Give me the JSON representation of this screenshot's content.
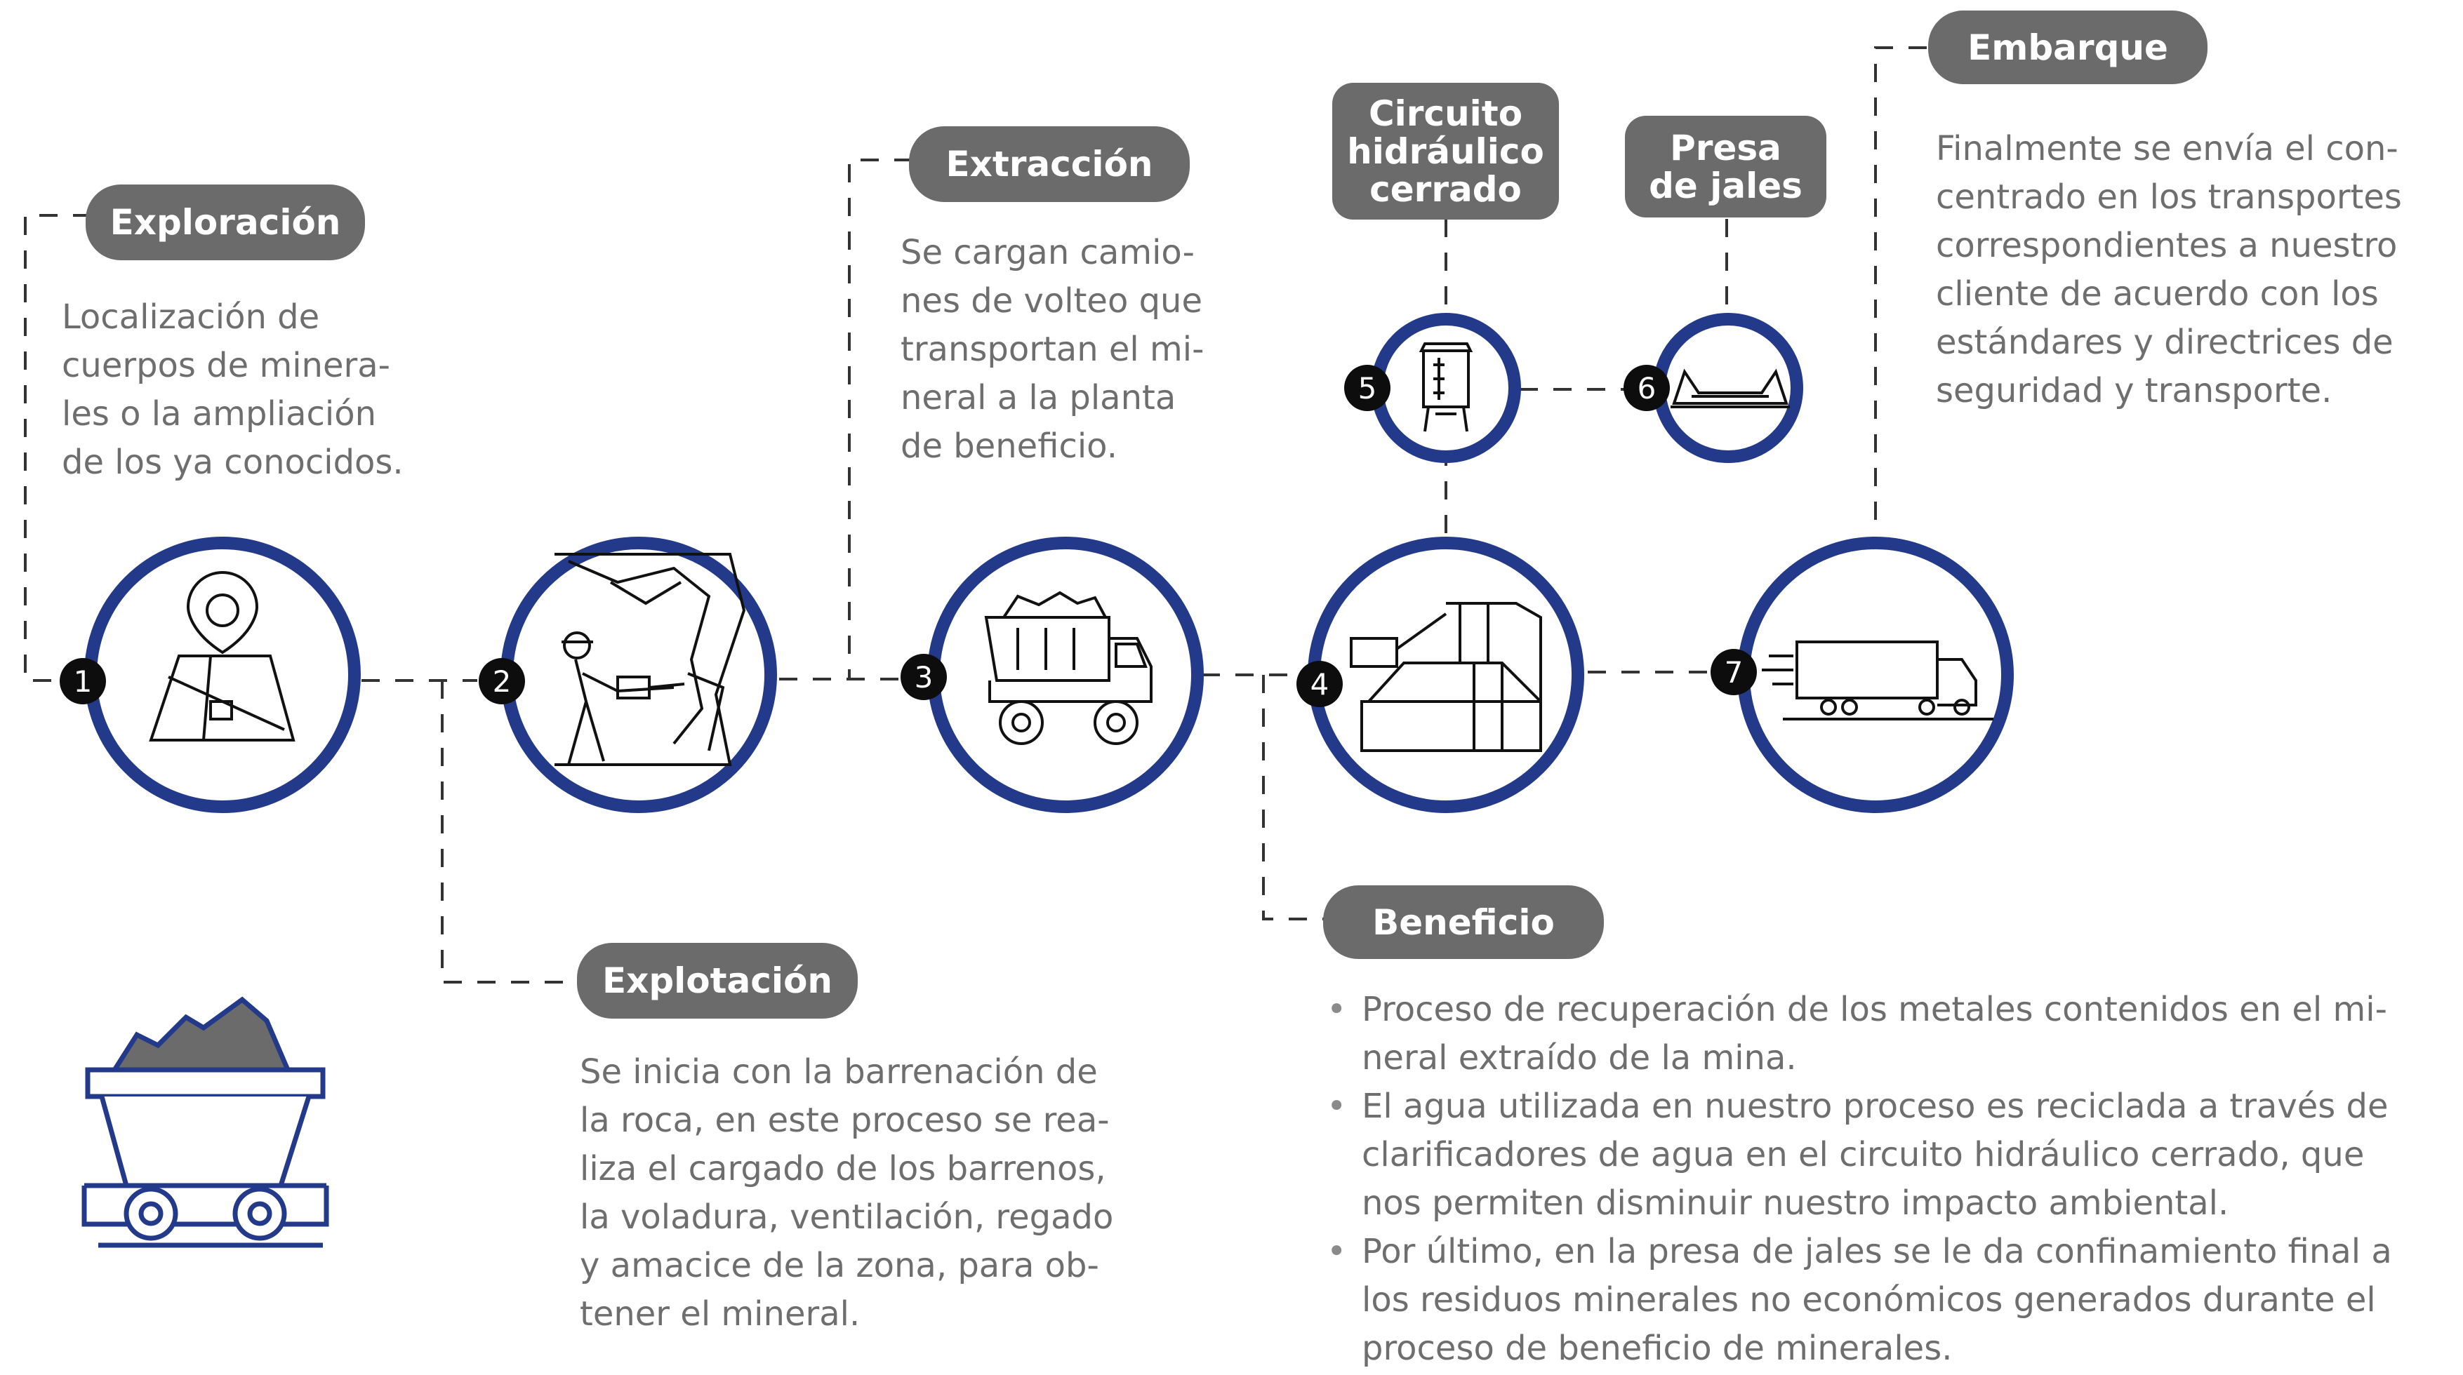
{
  "steps": [
    {
      "number": "1",
      "title": "Exploración",
      "lines": [
        "Localización de",
        "cuerpos de minera-",
        "les o la ampliación",
        "de los ya conocidos."
      ],
      "icon": "map-location-icon"
    },
    {
      "number": "2",
      "title": "Explotación",
      "lines": [
        "Se inicia con la barrenación de",
        "la roca, en este proceso se rea-",
        "liza el cargado de los barrenos,",
        "la voladura, ventilación, regado",
        "y amacice de la zona, para ob-",
        "tener el mineral."
      ],
      "icon": "miner-drilling-icon"
    },
    {
      "number": "3",
      "title": "Extracción",
      "lines": [
        "Se cargan camio-",
        "nes de volteo que",
        "transportan el mi-",
        "neral a la planta",
        "de beneficio."
      ],
      "icon": "dump-truck-icon"
    },
    {
      "number": "4",
      "title": "Beneficio",
      "bullets": [
        [
          "Proceso de recuperación de los metales contenidos en el mi-",
          "neral extraído de la mina."
        ],
        [
          "El agua utilizada en nuestro proceso es reciclada a través de",
          "clarificadores de agua en el circuito hidráulico cerrado, que",
          "nos permiten disminuir nuestro impacto ambiental."
        ],
        [
          "Por último,  en la presa de jales se le da confinamiento final a",
          "los residuos minerales no económicos generados durante el",
          "proceso de beneficio de minerales."
        ]
      ],
      "icon": "processing-plant-icon"
    },
    {
      "number": "5",
      "title_lines": [
        "Circuito",
        "hidráulico",
        "cerrado"
      ],
      "icon": "water-tank-icon"
    },
    {
      "number": "6",
      "title_lines": [
        "Presa",
        "de jales"
      ],
      "icon": "tailings-dam-icon"
    },
    {
      "number": "7",
      "title": "Embarque",
      "lines": [
        "Finalmente se envía el con-",
        "centrado en los transportes",
        "correspondientes a nuestro",
        "cliente de acuerdo con los",
        "estándares y directrices de",
        "seguridad y transporte."
      ],
      "icon": "shipping-truck-icon"
    }
  ],
  "decor_icon": "mine-cart-icon",
  "colors": {
    "ring": "#233a8a",
    "pill": "#6b6b6b",
    "text": "#6e6e6e",
    "badge": "#0d0d0d",
    "line": "#333333"
  }
}
